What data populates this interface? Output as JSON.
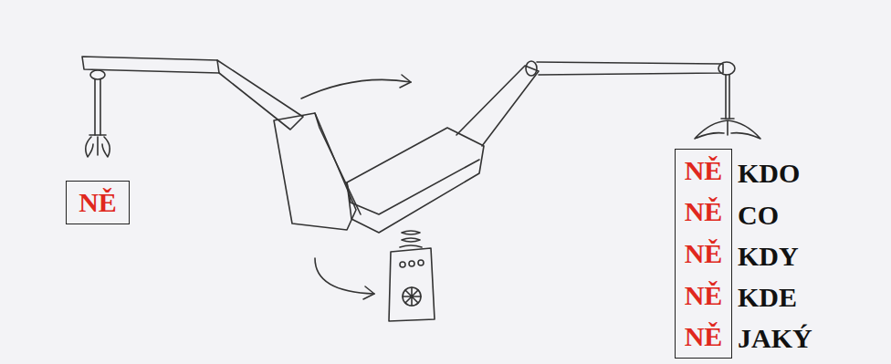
{
  "diagram": {
    "nodes": [
      {
        "text": [
          "NĚ"
        ]
      },
      {
        "text": [
          "NĚ",
          "NĚ",
          "NĚ",
          "NĚ",
          "NĚ"
        ]
      }
    ],
    "labels": [
      "KDO",
      "CO",
      "KDY",
      "KDE",
      "JAKÝ"
    ]
  }
}
